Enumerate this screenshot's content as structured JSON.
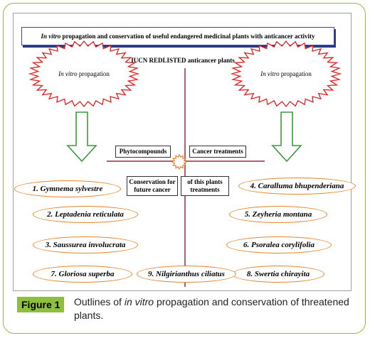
{
  "title": "In vitro propagation and conservation of useful endangered medicinal plants with anticancer activity",
  "title_italic": "In vitro",
  "title_rest": " propagation and conservation of useful endangered medicinal plants with anticancer activity",
  "center_label": "IUCN REDLISTED anticancer plants",
  "starbursts": [
    {
      "italic": "In vitro",
      "rest": " propagation"
    },
    {
      "italic": "In vitro",
      "rest": " propagation"
    }
  ],
  "left_box": "Phytocompounds",
  "right_box": "Cancer treatments",
  "conservation_left": "Conservation for future cancer",
  "conservation_right": "of this plants treatments",
  "plants": [
    "1. Gymnema sylvestre",
    "2. Leptadenia reticulata",
    "3. Saussurea involucrata",
    "4. Caralluma bhupenderiana",
    "5. Zeyheria montana",
    "6. Psoralea corylifolia",
    "7. Gloriosa superba",
    "8. Swertia chirayita",
    "9. Nilgirianthus ciliatus"
  ],
  "caption": {
    "label": "Figure 1",
    "text_before": "Outlines of ",
    "text_italic": "in vitro",
    "text_after": " propagation and conservation of threatened plants."
  },
  "colors": {
    "frame": "#8fbf3f",
    "star": "#e02020",
    "arrow": "#3c9a3c",
    "oval": "#e8842a",
    "axis": "#a0283c",
    "title_border": "#3a4a9a"
  }
}
